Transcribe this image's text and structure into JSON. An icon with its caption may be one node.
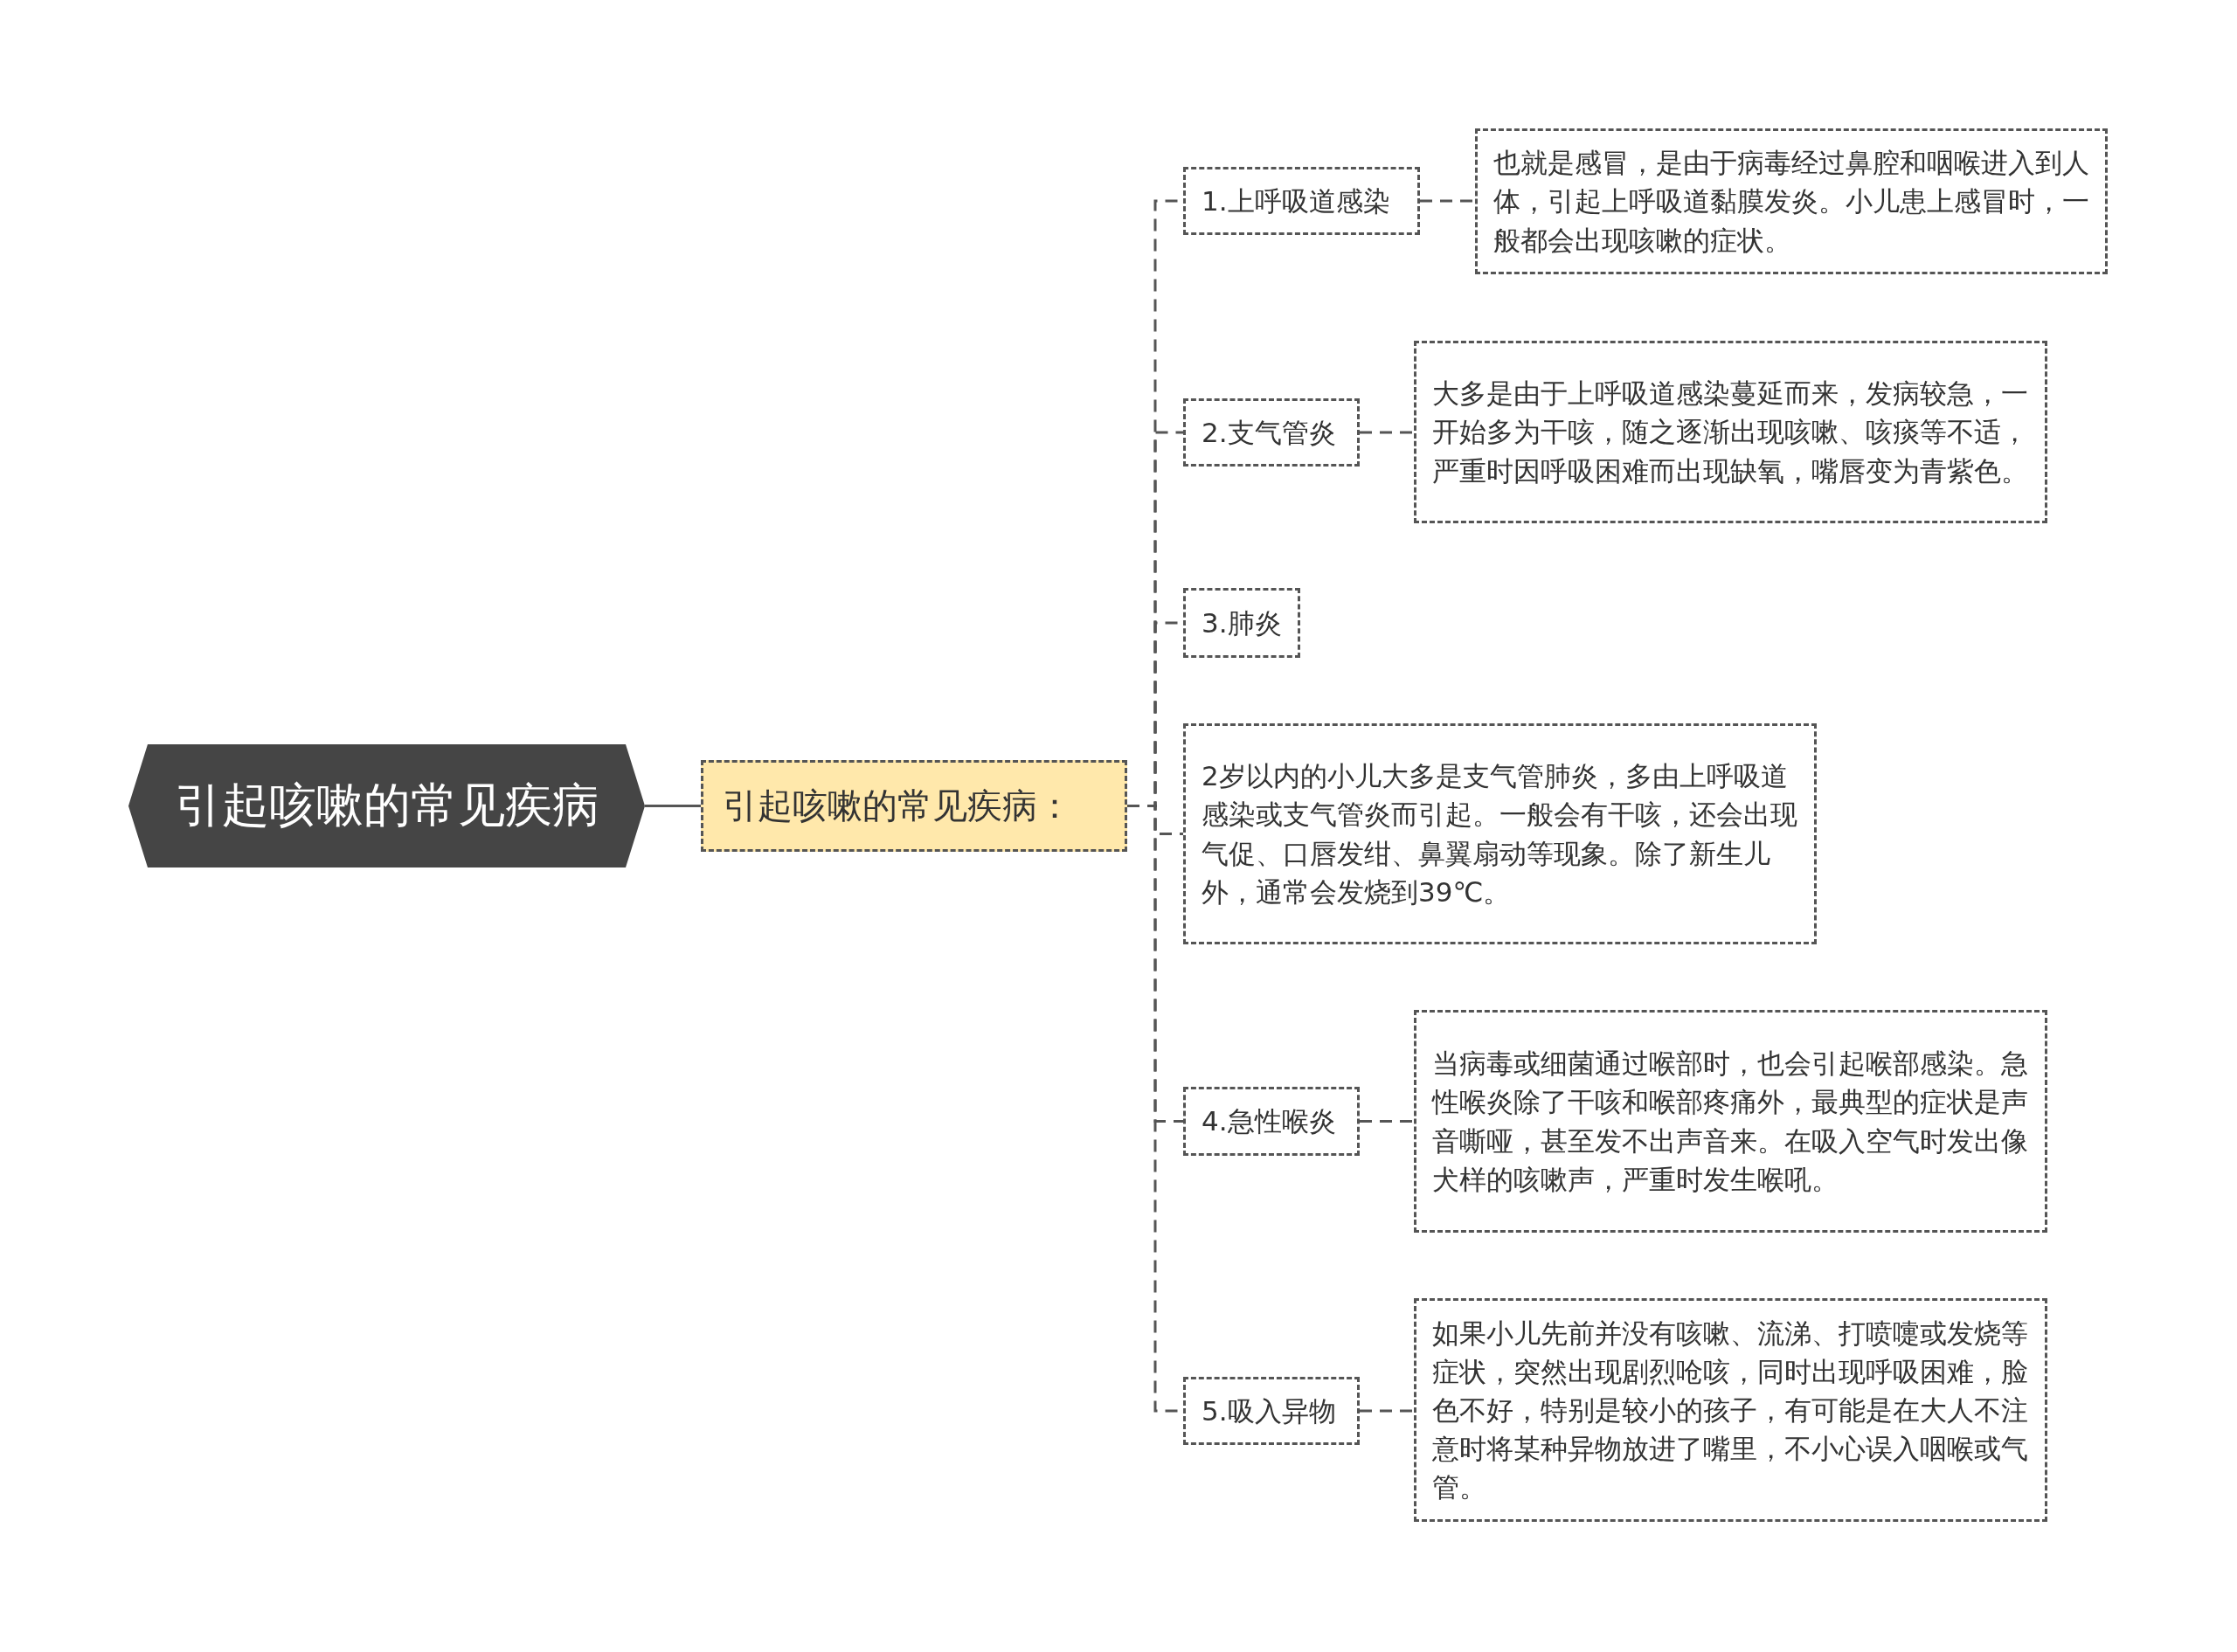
{
  "diagram": {
    "nodes": [
      {
        "text": [
          "引起咳嗽的常见疾病"
        ]
      },
      {
        "text": [
          "引起咳嗽的常见疾病："
        ]
      },
      {
        "text": [
          "1.上呼吸道感染"
        ]
      },
      {
        "text": [
          "也就是感冒，是由于病毒经过鼻腔和咽喉进入到人体，引起上呼吸道黏膜发炎。小儿患上感冒时，一般都会出现咳嗽的症状。"
        ]
      },
      {
        "text": [
          "2.支气管炎"
        ]
      },
      {
        "text": [
          "大多是由于上呼吸道感染蔓延而来，发病较急，一开始多为干咳，随之逐渐出现咳嗽、咳痰等不适，严重时因呼吸困难而出现缺氧，嘴唇变为青紫色。"
        ]
      },
      {
        "text": [
          "3.肺炎"
        ]
      },
      {
        "text": [
          "2岁以内的小儿大多是支气管肺炎，多由上呼吸道感染或支气管炎而引起。一般会有干咳，还会出现气促、口唇发绀、鼻翼扇动等现象。除了新生儿外，通常会发烧到39℃。"
        ]
      },
      {
        "text": [
          "4.急性喉炎"
        ]
      },
      {
        "text": [
          "当病毒或细菌通过喉部时，也会引起喉部感染。急性喉炎除了干咳和喉部疼痛外，最典型的症状是声音嘶哑，甚至发不出声音来。在吸入空气时发出像犬样的咳嗽声，严重时发生喉吼。"
        ]
      },
      {
        "text": [
          "5.吸入异物"
        ]
      },
      {
        "text": [
          "如果小儿先前并没有咳嗽、流涕、打喷嚏或发烧等症状，突然出现剧烈呛咳，同时出现呼吸困难，脸色不好，特别是较小的孩子，有可能是在大人不注意时将某种异物放进了嘴里，不小心误入咽喉或气管。"
        ]
      }
    ],
    "edges": [
      {
        "from": 0,
        "to": 1,
        "arrow": "none"
      },
      {
        "from": 1,
        "to": 2,
        "arrow": "none",
        "style": "dashed"
      },
      {
        "from": 1,
        "to": 4,
        "arrow": "none",
        "style": "dashed"
      },
      {
        "from": 1,
        "to": 6,
        "arrow": "none",
        "style": "dashed"
      },
      {
        "from": 1,
        "to": 7,
        "arrow": "none",
        "style": "dashed"
      },
      {
        "from": 1,
        "to": 8,
        "arrow": "none",
        "style": "dashed"
      },
      {
        "from": 1,
        "to": 10,
        "arrow": "none",
        "style": "dashed"
      },
      {
        "from": 2,
        "to": 3,
        "arrow": "none",
        "style": "dashed"
      },
      {
        "from": 4,
        "to": 5,
        "arrow": "none",
        "style": "dashed"
      },
      {
        "from": 8,
        "to": 9,
        "arrow": "none",
        "style": "dashed"
      },
      {
        "from": 10,
        "to": 11,
        "arrow": "none",
        "style": "dashed"
      }
    ]
  }
}
